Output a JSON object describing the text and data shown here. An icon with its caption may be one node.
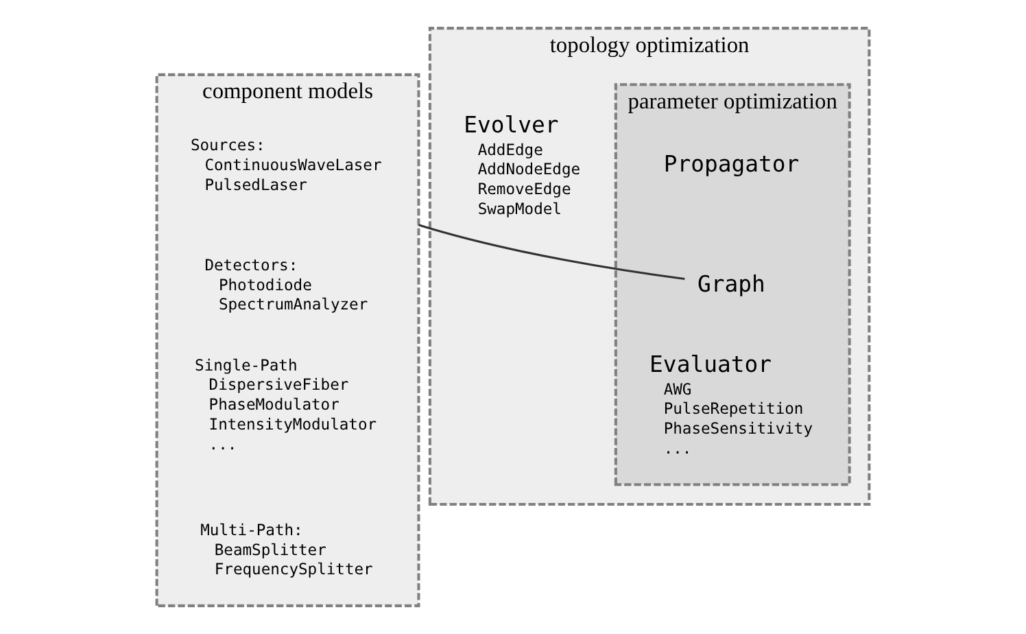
{
  "diagram": {
    "nodes": [
      {
        "text": [
          "component models"
        ]
      },
      {
        "text": [
          "Sources:",
          "ContinuousWaveLaser",
          "PulsedLaser"
        ],
        "in": 0
      },
      {
        "text": [
          "Detectors:",
          "Photodiode",
          "SpectrumAnalyzer"
        ],
        "in": 0
      },
      {
        "text": [
          "Single-Path",
          "DispersiveFiber",
          "PhaseModulator",
          "IntensityModulator",
          "..."
        ],
        "in": 0
      },
      {
        "text": [
          "Multi-Path:",
          "BeamSplitter",
          "FrequencySplitter"
        ],
        "in": 0
      },
      {
        "text": [
          "topology optimization"
        ]
      },
      {
        "text": [
          "parameter optimization"
        ],
        "in": 5
      },
      {
        "text": [
          "Propagator"
        ],
        "in": 6
      },
      {
        "text": [
          "Graph"
        ],
        "in": 6
      },
      {
        "text": [
          "Evaluator",
          "AWG",
          "PulseRepetition",
          "PhaseSensitivity",
          "..."
        ],
        "in": 6
      },
      {
        "text": [
          "Evolver",
          "AddEdge",
          "AddNodeEdge",
          "RemoveEdge",
          "SwapModel"
        ],
        "in": 5
      }
    ],
    "edges": [
      {
        "from": 0,
        "to": 8,
        "arrow": "none"
      }
    ]
  }
}
